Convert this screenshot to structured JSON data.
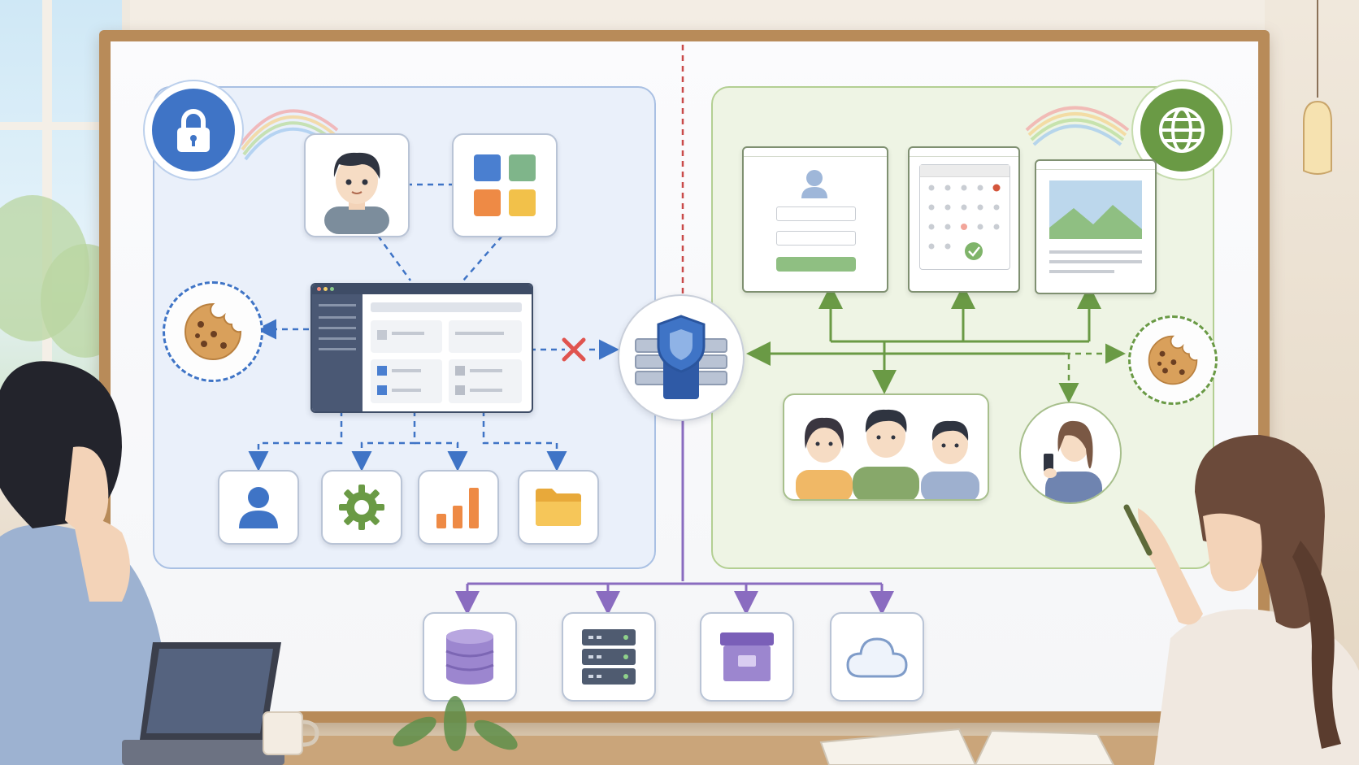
{
  "diagram": {
    "left_panel": {
      "badge_icon": "lock-icon",
      "nodes": [
        "user-avatar",
        "app-grid-icon",
        "web-app-window",
        "cookie-icon",
        "person-icon",
        "gear-icon",
        "bar-chart-icon",
        "folder-icon"
      ]
    },
    "right_panel": {
      "badge_icon": "globe-icon",
      "nodes": [
        "login-form-window",
        "calendar-window",
        "image-page-window",
        "group-of-people",
        "person-with-phone",
        "cookie-icon"
      ]
    },
    "center_node": "shield-firewall-icon",
    "storage_nodes": [
      "database-icon",
      "server-rack-icon",
      "archive-box-icon",
      "cloud-icon"
    ],
    "blocked_marker": "cross-icon"
  },
  "colors": {
    "blue_accent": "#3f74c6",
    "green_accent": "#6a9a45",
    "red_divider": "#c94a4a",
    "purple_lines": "#8a6cc0",
    "cookie": "#d9a05b"
  }
}
